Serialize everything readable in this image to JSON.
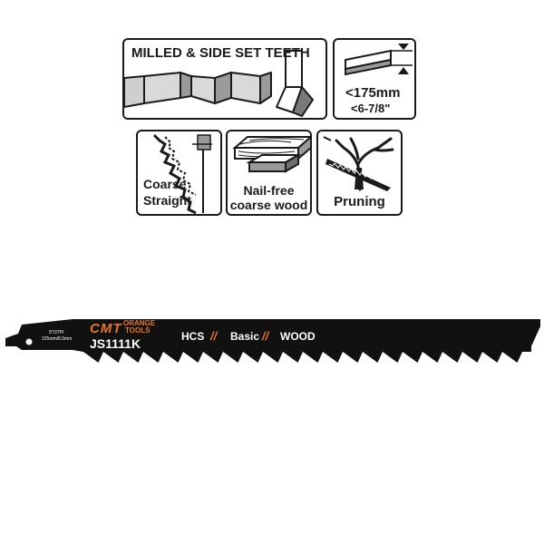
{
  "icons": {
    "milled": {
      "title": "MILLED & SIDE SET TEETH"
    },
    "length": {
      "line1": "<175mm",
      "line2": "<6-7/8\""
    },
    "coarse": {
      "line1": "Coarse",
      "line2": "Straight"
    },
    "nailfree": {
      "line1": "Nail-free",
      "line2": "coarse wood"
    },
    "pruning": {
      "label": "Pruning"
    }
  },
  "blade": {
    "brand": "CMT",
    "brand_sub_1": "ORANGE",
    "brand_sub_2": "TOOLS",
    "spec_1": "9\"/3TPI",
    "spec_2": "225mm/8.5mm",
    "code": "JS1111K",
    "material": "HCS",
    "series": "Basic",
    "application": "WOOD",
    "separator": "//"
  },
  "colors": {
    "accent": "#e8781e",
    "ink": "#1a1a1a",
    "blade": "#111111"
  }
}
